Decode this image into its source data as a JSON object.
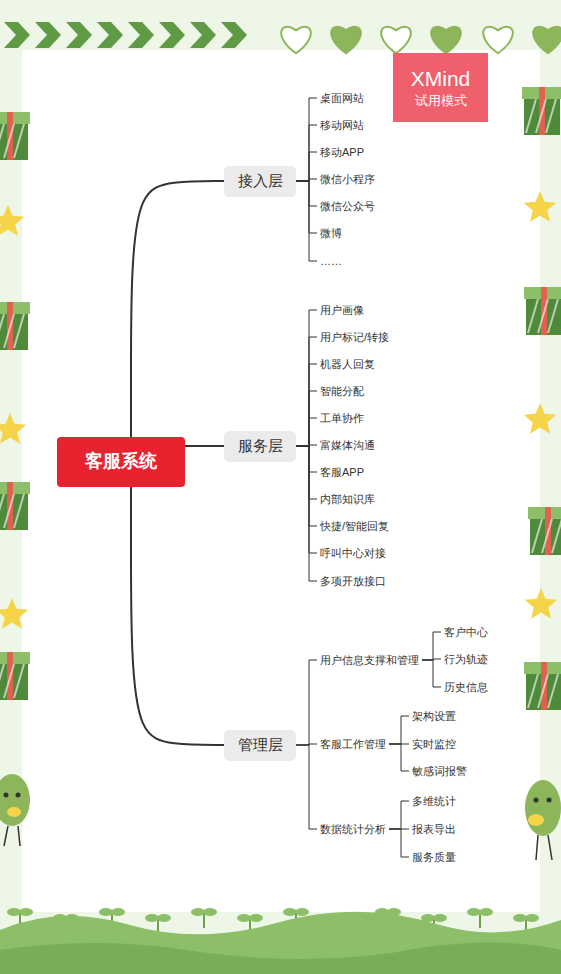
{
  "diagram": {
    "nodes": [
      {
        "text": [
          "客服系统"
        ]
      },
      {
        "text": [
          "接入层"
        ]
      },
      {
        "text": [
          "桌面网站"
        ]
      },
      {
        "text": [
          "移动网站"
        ]
      },
      {
        "text": [
          "移动APP"
        ]
      },
      {
        "text": [
          "微信小程序"
        ]
      },
      {
        "text": [
          "微信公众号"
        ]
      },
      {
        "text": [
          "微博"
        ]
      },
      {
        "text": [
          "……"
        ]
      },
      {
        "text": [
          "服务层"
        ]
      },
      {
        "text": [
          "用户画像"
        ]
      },
      {
        "text": [
          "用户标记/转接"
        ]
      },
      {
        "text": [
          "机器人回复"
        ]
      },
      {
        "text": [
          "智能分配"
        ]
      },
      {
        "text": [
          "工单协作"
        ]
      },
      {
        "text": [
          "富媒体沟通"
        ]
      },
      {
        "text": [
          "客服APP"
        ]
      },
      {
        "text": [
          "内部知识库"
        ]
      },
      {
        "text": [
          "快捷/智能回复"
        ]
      },
      {
        "text": [
          "呼叫中心对接"
        ]
      },
      {
        "text": [
          "多项开放接口"
        ]
      },
      {
        "text": [
          "管理层"
        ]
      },
      {
        "text": [
          "用户信息支撑和管理"
        ]
      },
      {
        "text": [
          "客户中心"
        ]
      },
      {
        "text": [
          "行为轨迹"
        ]
      },
      {
        "text": [
          "历史信息"
        ]
      },
      {
        "text": [
          "客服工作管理"
        ]
      },
      {
        "text": [
          "架构设置"
        ]
      },
      {
        "text": [
          "实时监控"
        ]
      },
      {
        "text": [
          "敏感词报警"
        ]
      },
      {
        "text": [
          "数据统计分析"
        ]
      },
      {
        "text": [
          "多维统计"
        ]
      },
      {
        "text": [
          "报表导出"
        ]
      },
      {
        "text": [
          "服务质量"
        ]
      }
    ],
    "edges": [
      {
        "from": 0,
        "to": 1,
        "arrow": "none"
      },
      {
        "from": 0,
        "to": 9,
        "arrow": "none"
      },
      {
        "from": 0,
        "to": 21,
        "arrow": "none"
      },
      {
        "from": 1,
        "to": 2,
        "arrow": "none"
      },
      {
        "from": 1,
        "to": 3,
        "arrow": "none"
      },
      {
        "from": 1,
        "to": 4,
        "arrow": "none"
      },
      {
        "from": 1,
        "to": 5,
        "arrow": "none"
      },
      {
        "from": 1,
        "to": 6,
        "arrow": "none"
      },
      {
        "from": 1,
        "to": 7,
        "arrow": "none"
      },
      {
        "from": 1,
        "to": 8,
        "arrow": "none"
      },
      {
        "from": 9,
        "to": 10,
        "arrow": "none"
      },
      {
        "from": 9,
        "to": 11,
        "arrow": "none"
      },
      {
        "from": 9,
        "to": 12,
        "arrow": "none"
      },
      {
        "from": 9,
        "to": 13,
        "arrow": "none"
      },
      {
        "from": 9,
        "to": 14,
        "arrow": "none"
      },
      {
        "from": 9,
        "to": 15,
        "arrow": "none"
      },
      {
        "from": 9,
        "to": 16,
        "arrow": "none"
      },
      {
        "from": 9,
        "to": 17,
        "arrow": "none"
      },
      {
        "from": 9,
        "to": 18,
        "arrow": "none"
      },
      {
        "from": 9,
        "to": 19,
        "arrow": "none"
      },
      {
        "from": 9,
        "to": 20,
        "arrow": "none"
      },
      {
        "from": 21,
        "to": 22,
        "arrow": "none"
      },
      {
        "from": 21,
        "to": 26,
        "arrow": "none"
      },
      {
        "from": 21,
        "to": 30,
        "arrow": "none"
      },
      {
        "from": 22,
        "to": 23,
        "arrow": "none"
      },
      {
        "from": 22,
        "to": 24,
        "arrow": "none"
      },
      {
        "from": 22,
        "to": 25,
        "arrow": "none"
      },
      {
        "from": 26,
        "to": 27,
        "arrow": "none"
      },
      {
        "from": 26,
        "to": 28,
        "arrow": "none"
      },
      {
        "from": 26,
        "to": 29,
        "arrow": "none"
      },
      {
        "from": 30,
        "to": 31,
        "arrow": "none"
      },
      {
        "from": 30,
        "to": 32,
        "arrow": "none"
      },
      {
        "from": 30,
        "to": 33,
        "arrow": "none"
      }
    ],
    "labels": [
      "XMind",
      "试用模式"
    ]
  }
}
